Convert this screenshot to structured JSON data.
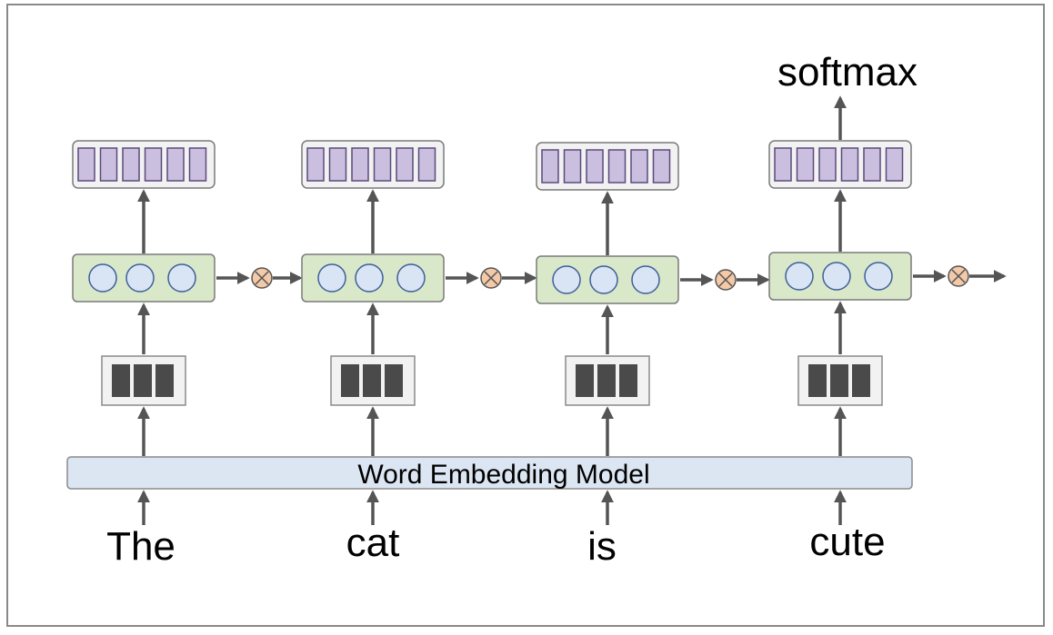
{
  "embedding_model": {
    "label": "Word Embedding Model"
  },
  "softmax": {
    "label": "softmax"
  },
  "words": [
    "The",
    "cat",
    "is",
    "cute"
  ],
  "colors": {
    "output_cell": "#cbbfe0",
    "rnn_box": "#d9e8c8",
    "rnn_node": "#d9e4f4",
    "embedding_box": "#dce6f3",
    "gate": "#f3c9a8",
    "vector_cell": "#4a4a4a"
  },
  "icons": {
    "gate": "multiply-gate-icon",
    "arrow": "arrow-icon"
  }
}
